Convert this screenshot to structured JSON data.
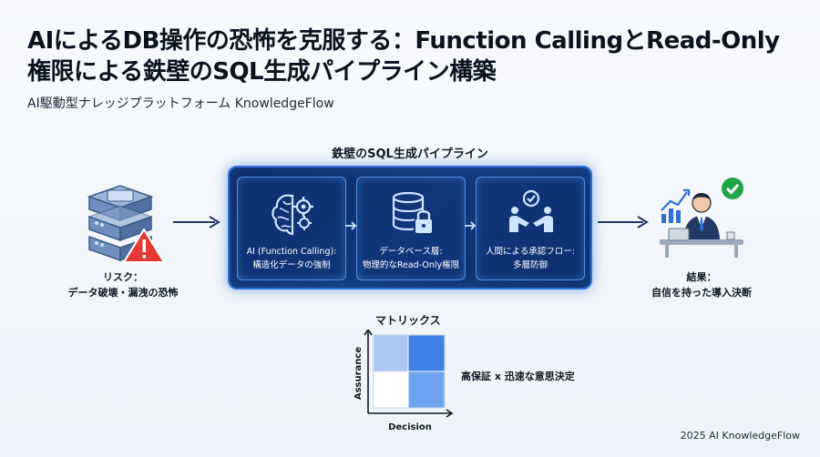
{
  "header": {
    "title": "AIによるDB操作の恐怖を克服する：Function CallingとRead-Only権限による鉄壁のSQL生成パイプライン構築",
    "subtitle": "AI駆動型ナレッジプラットフォーム KnowledgeFlow"
  },
  "pipeline": {
    "title": "鉄壁のSQL生成パイプライン",
    "stages": [
      {
        "line1": "AI (Function Calling):",
        "line2": "構造化データの強制",
        "icon": "brain-gear-icon"
      },
      {
        "line1": "データベース層:",
        "line2": "物理的なRead-Only権限",
        "icon": "database-lock-icon"
      },
      {
        "line1": "人間による承認フロー:",
        "line2": "多層防御",
        "icon": "handshake-check-icon"
      }
    ]
  },
  "risk": {
    "line1": "リスク：",
    "line2": "データ破壊・漏洩の恐怖",
    "icon": "server-warning-icon"
  },
  "result": {
    "line1": "結果：",
    "line2": "自信を持った導入決断",
    "icon": "businessman-check-icon"
  },
  "matrix": {
    "title": "マトリックス",
    "y_axis": "Assurance",
    "x_axis": "Decision",
    "caption": "高保証 x 迅速な意思決定"
  },
  "footer": {
    "text": "2025 AI KnowledgeFlow"
  },
  "colors": {
    "pipeline_bg": "#0b2a63",
    "pipeline_border": "#2f6fd6",
    "warning": "#e53935",
    "check": "#22a447"
  }
}
